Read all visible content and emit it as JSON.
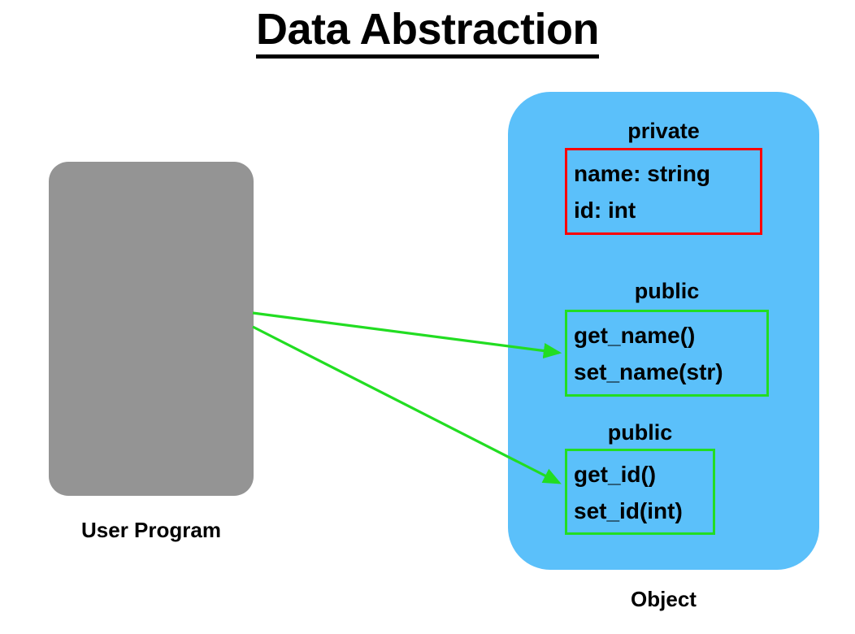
{
  "slide": {
    "title": "Data Abstraction",
    "background_color": "#ffffff"
  },
  "user_program": {
    "label": "User Program",
    "fill_color": "#949494"
  },
  "object": {
    "label": "Object",
    "fill_color": "#5bc0fa",
    "sections": [
      {
        "heading": "private",
        "border_color": "#ff0000",
        "members": [
          "name: string",
          "id: int"
        ]
      },
      {
        "heading": "public",
        "border_color": "#22dd22",
        "members": [
          "get_name()",
          "set_name(str)"
        ]
      },
      {
        "heading": "public",
        "border_color": "#22dd22",
        "members": [
          "get_id()",
          "set_id(int)"
        ]
      }
    ]
  },
  "arrows": {
    "color": "#22dd22",
    "count": 2,
    "from": "User Program",
    "to": [
      "get_name()/set_name(str)",
      "get_id()/set_id(int)"
    ]
  }
}
